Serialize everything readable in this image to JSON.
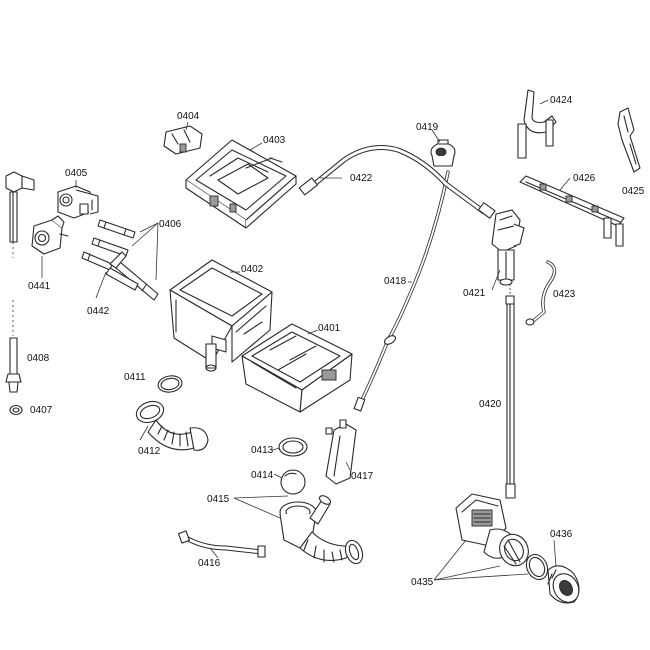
{
  "labels": [
    {
      "id": "0401",
      "text": "0401"
    },
    {
      "id": "0402",
      "text": "0402"
    },
    {
      "id": "0403",
      "text": "0403"
    },
    {
      "id": "0404",
      "text": "0404"
    },
    {
      "id": "0405",
      "text": "0405"
    },
    {
      "id": "0406",
      "text": "0406"
    },
    {
      "id": "0407",
      "text": "0407"
    },
    {
      "id": "0408",
      "text": "0408"
    },
    {
      "id": "0411",
      "text": "0411"
    },
    {
      "id": "0412",
      "text": "0412"
    },
    {
      "id": "0413",
      "text": "0413"
    },
    {
      "id": "0414",
      "text": "0414"
    },
    {
      "id": "0415",
      "text": "0415"
    },
    {
      "id": "0416",
      "text": "0416"
    },
    {
      "id": "0417",
      "text": "0417"
    },
    {
      "id": "0418",
      "text": "0418"
    },
    {
      "id": "0419",
      "text": "0419"
    },
    {
      "id": "0420",
      "text": "0420"
    },
    {
      "id": "0421",
      "text": "0421"
    },
    {
      "id": "0422",
      "text": "0422"
    },
    {
      "id": "0423",
      "text": "0423"
    },
    {
      "id": "0424",
      "text": "0424"
    },
    {
      "id": "0425",
      "text": "0425"
    },
    {
      "id": "0426",
      "text": "0426"
    },
    {
      "id": "0435",
      "text": "0435"
    },
    {
      "id": "0436",
      "text": "0436"
    },
    {
      "id": "0441",
      "text": "0441"
    },
    {
      "id": "0442",
      "text": "0442"
    }
  ],
  "colors": {
    "line": "#2a2a2a",
    "background": "#ffffff",
    "shade": "#9a9a9a"
  }
}
